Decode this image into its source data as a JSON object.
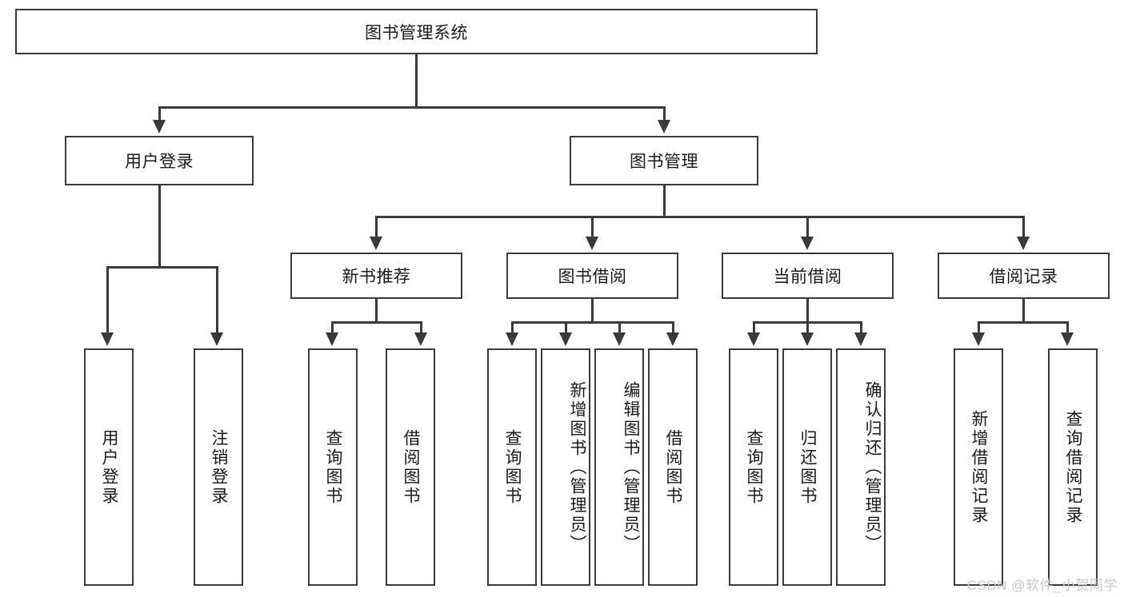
{
  "diagram": {
    "title": "图书管理系统",
    "root": {
      "label": "图书管理系统"
    },
    "level2": [
      {
        "label": "用户登录"
      },
      {
        "label": "图书管理"
      }
    ],
    "level3": [
      {
        "label": "新书推荐"
      },
      {
        "label": "图书借阅"
      },
      {
        "label": "当前借阅"
      },
      {
        "label": "借阅记录"
      }
    ],
    "leaves": {
      "user_login": [
        {
          "label": "用户登录"
        },
        {
          "label": "注销登录"
        }
      ],
      "new_book_recommend": [
        {
          "label": "查询图书"
        },
        {
          "label": "借阅图书"
        }
      ],
      "book_borrow": [
        {
          "label": "查询图书"
        },
        {
          "label": "新增图书（管理员）"
        },
        {
          "label": "编辑图书（管理员）"
        },
        {
          "label": "借阅图书"
        }
      ],
      "current_borrow": [
        {
          "label": "查询图书"
        },
        {
          "label": "归还图书"
        },
        {
          "label": "确认归还（管理员）"
        }
      ],
      "borrow_record": [
        {
          "label": "新增借阅记录"
        },
        {
          "label": "查询借阅记录"
        }
      ]
    }
  },
  "watermark": {
    "text": "CSDN @软件_小贺同学"
  },
  "colors": {
    "border": "#3a3a3a",
    "background": "#ffffff",
    "text": "#1a1a1a",
    "watermark": "#c8c8c8"
  }
}
